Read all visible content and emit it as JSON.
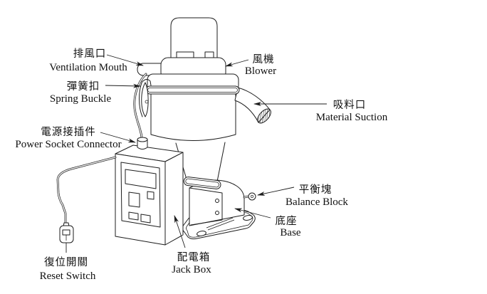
{
  "labels": {
    "ventilation_mouth": {
      "zh": "排風口",
      "en": "Ventilation Mouth"
    },
    "blower": {
      "zh": "風機",
      "en": "Blower"
    },
    "spring_buckle": {
      "zh": "彈簧扣",
      "en": "Spring Buckle"
    },
    "material_suction": {
      "zh": "吸料口",
      "en": "Material Suction"
    },
    "power_socket": {
      "zh": "電源接插件",
      "en": "Power Socket Connector"
    },
    "balance_block": {
      "zh": "平衡塊",
      "en": "Balance Block"
    },
    "base": {
      "zh": "底座",
      "en": "Base"
    },
    "jack_box": {
      "zh": "配電箱",
      "en": "Jack Box"
    },
    "reset_switch": {
      "zh": "復位開關",
      "en": "Reset Switch"
    }
  },
  "colors": {
    "line": "#1d1d1d",
    "background": "#ffffff"
  }
}
